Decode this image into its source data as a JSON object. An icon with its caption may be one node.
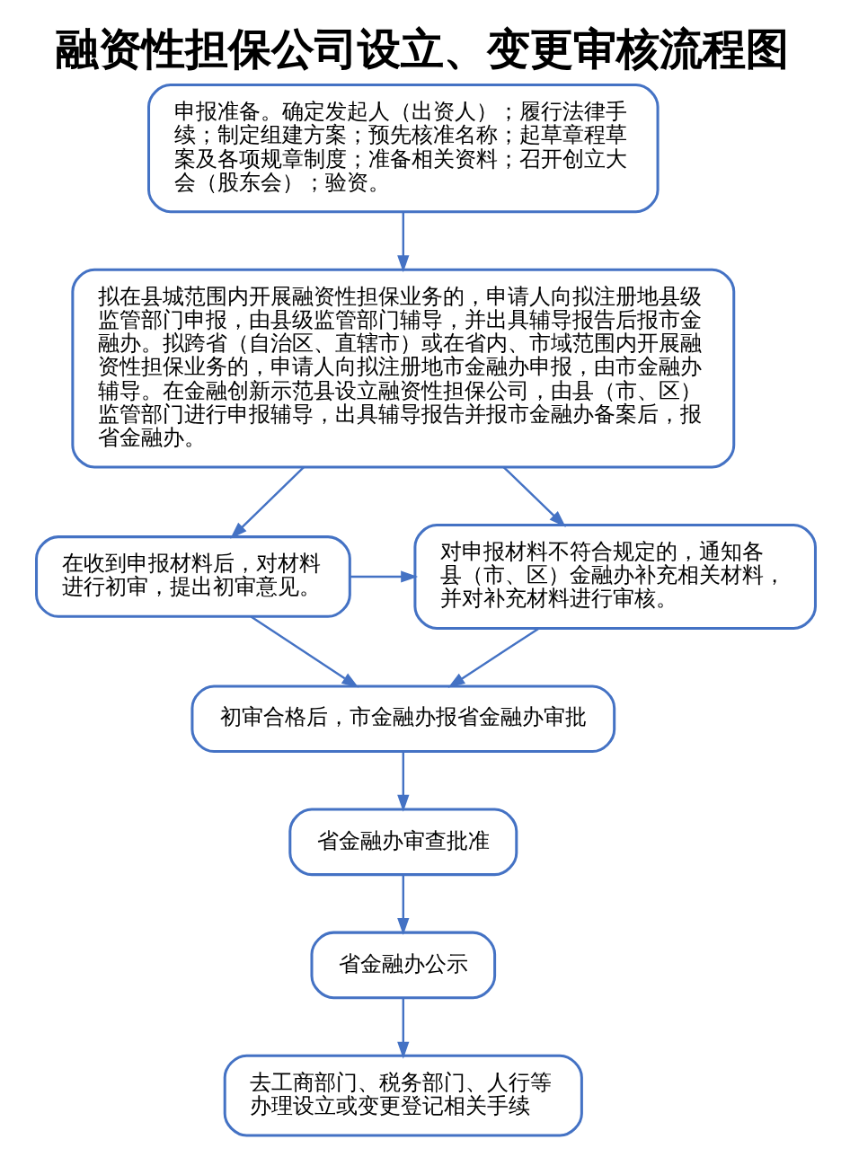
{
  "diagram": {
    "title": "融资性担保公司设立、变更审核流程图",
    "nodes": [
      {
        "text": [
          "申报准备。确定发起人（出资人）；履行法律手续；制定组建方案；预先核准名称；起草章程草案及各项规章制度；准备相关资料；召开创立大会（股东会）；验资。"
        ]
      },
      {
        "text": [
          "拟在县城范围内开展融资性担保业务的，申请人向拟注册地县级监管部门申报，由县级监管部门辅导，并出具辅导报告后报市金融办。拟跨省（自治区、直辖市）或在省内、市域范围内开展融资性担保业务的，申请人向拟注册地市金融办申报，由市金融办辅导。在金融创新示范县设立融资性担保公司，由县（市、区）监管部门进行申报辅导，出具辅导报告并报市金融办备案后，报省金融办。"
        ]
      },
      {
        "text": [
          "在收到申报材料后，对材料进行初审，提出初审意见。"
        ]
      },
      {
        "text": [
          "对申报材料不符合规定的，通知各县（市、区）金融办补充相关材料，并对补充材料进行审核。"
        ]
      },
      {
        "text": [
          "初审合格后，市金融办报省金融办审批"
        ]
      },
      {
        "text": [
          "省金融办审查批准"
        ]
      },
      {
        "text": [
          "省金融办公示"
        ]
      },
      {
        "text": [
          "去工商部门、税务部门、人行等办理设立或变更登记相关手续"
        ]
      }
    ],
    "edges": [
      {
        "from": 0,
        "to": 1,
        "arrow": "to"
      },
      {
        "from": 1,
        "to": 2,
        "arrow": "to"
      },
      {
        "from": 1,
        "to": 3,
        "arrow": "to"
      },
      {
        "from": 2,
        "to": 3,
        "arrow": "to"
      },
      {
        "from": 2,
        "to": 4,
        "arrow": "to"
      },
      {
        "from": 3,
        "to": 4,
        "arrow": "to"
      },
      {
        "from": 4,
        "to": 5,
        "arrow": "to"
      },
      {
        "from": 5,
        "to": 6,
        "arrow": "to"
      },
      {
        "from": 6,
        "to": 7,
        "arrow": "to"
      }
    ]
  }
}
